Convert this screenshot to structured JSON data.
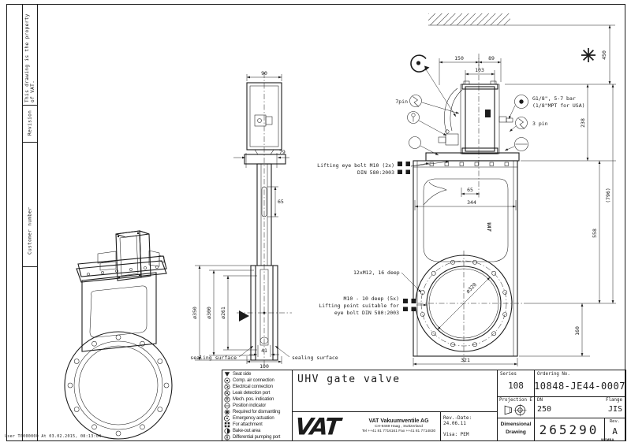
{
  "colors": {
    "ink": "#1c1c1c",
    "paper": "#ffffff"
  },
  "stamp": "User T0000000 At 03.02.2015, 08:13:04",
  "left_strip": {
    "property_note": "This drawing is the property of VAT.",
    "revision_label": "Revision",
    "customer_label": "Customer number"
  },
  "legend": {
    "items": [
      {
        "icon": "seat-side",
        "label": "Seat side"
      },
      {
        "icon": "comp-air",
        "label": "Comp. air connection"
      },
      {
        "icon": "electrical",
        "label": "Electrical connection"
      },
      {
        "icon": "leak-detection",
        "label": "Leak detection port"
      },
      {
        "icon": "mech-pos",
        "label": "Mech. pos. indication"
      },
      {
        "icon": "position-indicator",
        "label": "Position indicator"
      },
      {
        "icon": "dismantling",
        "label": "Required for dismantling"
      },
      {
        "icon": "emergency",
        "label": "Emergency actuation"
      },
      {
        "icon": "attachment",
        "label": "For attachment"
      },
      {
        "icon": "bake-out",
        "label": "Bake-out area"
      },
      {
        "icon": "diff-pumping",
        "label": "Differential pumping port"
      }
    ]
  },
  "title_area": {
    "title": "UHV gate valve"
  },
  "company": {
    "logo_text": "VAT",
    "name": "VAT Vakuumventile AG",
    "address": "CH-9469 Haag , Switzerland",
    "phone": "Tel ++41 81 7716161 Fax ++41 81 7714830"
  },
  "approval": {
    "rev_date": "Rev.-Date: 24.06.11",
    "visa": "Visa: PEM"
  },
  "title_block": {
    "series_label": "Series",
    "series_value": "108",
    "ordering_label": "Ordering No.",
    "ordering_value": "10848-JE44-0007",
    "projection_label": "Projection E",
    "dn_label": "DN",
    "dn_value": "250",
    "flange_label": "Flange",
    "flange_value": "JIS",
    "doc_type_line1": "Dimensional",
    "doc_type_line2": "Drawing",
    "drawing_number": "265290",
    "rev_label": "Rev.",
    "rev_value": "A",
    "form_code": "WEMBA"
  },
  "dims": {
    "w90": "90",
    "w79": "79",
    "h65_side": "65",
    "dia350": "ø350",
    "dia300": "ø300",
    "dia261": "ø261",
    "w41": "41",
    "w100": "100",
    "w150": "150",
    "w89": "89",
    "w103": "103",
    "h450": "450",
    "h238": "238",
    "h796": "(796)",
    "h558": "558",
    "h160": "160",
    "w65_front": "65",
    "w344": "344",
    "dia320": "ø320",
    "w321": "321"
  },
  "notes": {
    "sealing_left": "sealing surface",
    "sealing_right": "sealing surface",
    "pin7": "7pin",
    "pin3": "3 pin",
    "air1": "G1/8\", 5-7 bar",
    "air2": "(1/8\"MPT for USA)",
    "eye1": "Lifting eye bolt M10 (2x)",
    "eye2": "DIN 580:2003",
    "thread": "12xM12, 16 deep",
    "lift1": "M10 - 10 deep (5x)",
    "lift2": "Lifting point suitable for",
    "lift3": "eye bolt DIN 580:2003",
    "logo_mark": "VAT"
  }
}
